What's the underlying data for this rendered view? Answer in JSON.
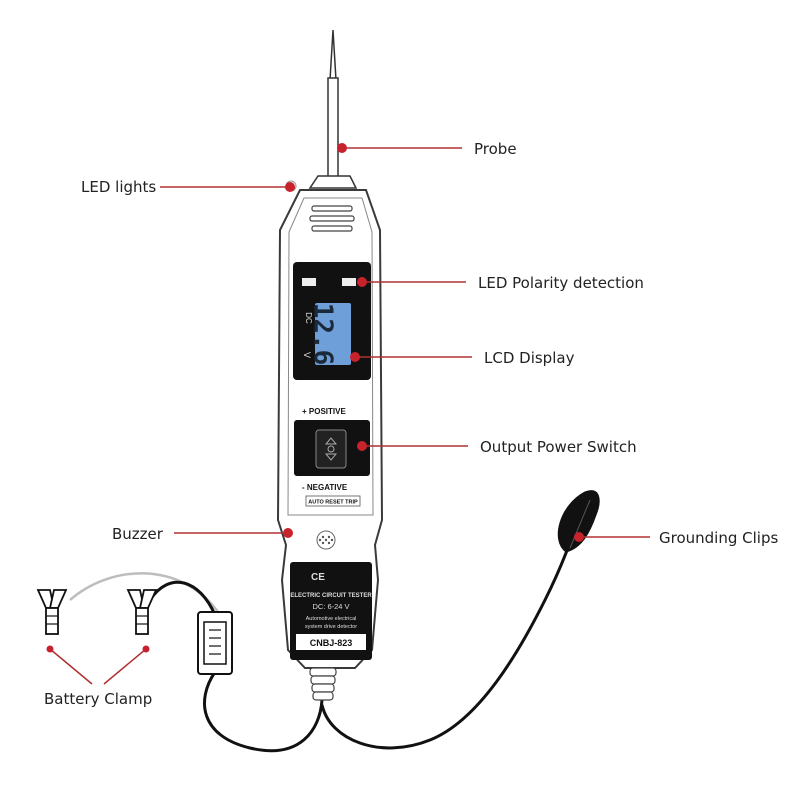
{
  "callouts": {
    "probe": "Probe",
    "led_lights": "LED lights",
    "led_polarity": "LED Polarity detection",
    "lcd_display": "LCD Display",
    "output_switch": "Output Power Switch",
    "buzzer": "Buzzer",
    "grounding_clips": "Grounding Clips",
    "battery_clamp": "Battery Clamp"
  },
  "device": {
    "lcd_reading": "12.6",
    "lcd_unit": "V",
    "lcd_mode": "DC",
    "positive_label": "+ POSITIVE",
    "negative_label": "- NEGATIVE",
    "reset_label": "AUTO RESET TRIP",
    "ce_mark": "CE",
    "label_title": "ELECTRIC CIRCUIT TESTER",
    "label_voltage": "DC: 6-24 V",
    "label_desc_1": "Automotive electrical",
    "label_desc_2": "system drive detector",
    "model": "CNBJ-823"
  },
  "colors": {
    "callout_dot": "#c8232c",
    "callout_line": "#b03030",
    "body_outline": "#3a3a3a",
    "lcd_backlight": "#6f9fd8",
    "panel_black": "#111111"
  },
  "icons": {
    "switch": "rocker-switch-icon",
    "buzzer": "speaker-grille-icon",
    "clamp": "alligator-clamp-icon"
  }
}
